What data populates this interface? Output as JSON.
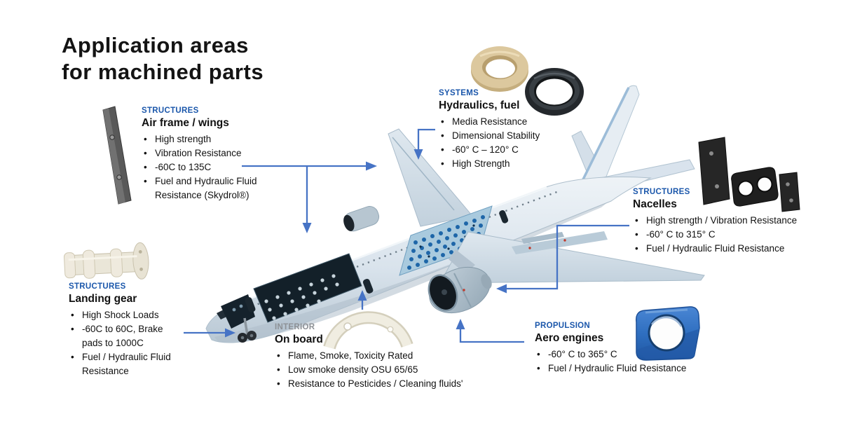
{
  "title": {
    "line1": "Application areas",
    "line2": "for machined parts"
  },
  "colors": {
    "category_blue": "#1b57ab",
    "category_gray": "#8d9196",
    "arrow_blue": "#4673c5",
    "text_black": "#111111",
    "background": "#ffffff",
    "part_blue": "#2f6fc0",
    "part_tan": "#dcc89e"
  },
  "callouts": {
    "airframe": {
      "category": "STRUCTURES",
      "heading": "Air frame / wings",
      "bullets": [
        "High strength",
        "Vibration Resistance",
        "-60C to 135C",
        "Fuel and Hydraulic Fluid Resistance (Skydrol®)"
      ]
    },
    "systems": {
      "category": "SYSTEMS",
      "heading": "Hydraulics, fuel",
      "bullets": [
        "Media Resistance",
        "Dimensional Stability",
        "-60° C – 120° C",
        "High Strength"
      ]
    },
    "nacelles": {
      "category": "STRUCTURES",
      "heading": "Nacelles",
      "bullets": [
        "High strength / Vibration Resistance",
        "-60° C to 315° C",
        "Fuel / Hydraulic Fluid Resistance"
      ]
    },
    "landing_gear": {
      "category": "STRUCTURES",
      "heading": "Landing gear",
      "bullets": [
        "High Shock Loads",
        "-60C to 60C, Brake pads to 1000C",
        "Fuel / Hydraulic Fluid Resistance"
      ]
    },
    "interior": {
      "category": "INTERIOR",
      "heading": "On board",
      "bullets": [
        "Flame, Smoke, Toxicity Rated",
        "Low smoke density OSU 65/65",
        "Resistance to Pesticides / Cleaning fluids'"
      ]
    },
    "propulsion": {
      "category": "PROPULSION",
      "heading": "Aero engines",
      "bullets": [
        "-60° C to 365° C",
        "Fuel / Hydraulic Fluid Resistance"
      ]
    }
  },
  "illustration": {
    "airplane": "commercial-airliner-cutaway",
    "parts": [
      "tan-seal-ring",
      "black-seal-ring",
      "machined-strip",
      "roller-bushing",
      "black-nacelle-plates",
      "blue-engine-mount",
      "white-interior-arc"
    ]
  }
}
